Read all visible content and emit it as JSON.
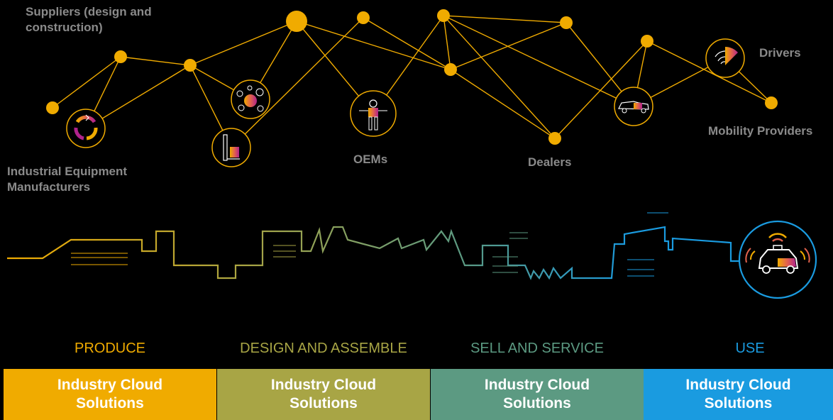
{
  "labels": {
    "suppliers": "Suppliers (design and construction)",
    "industrial": "Industrial Equipment Manufacturers",
    "oems": "OEMs",
    "dealers": "Dealers",
    "drivers": "Drivers",
    "mobility": "Mobility Providers"
  },
  "stages": [
    {
      "title": "PRODUCE",
      "box": "Industry Cloud Solutions",
      "color": "#f0ab00"
    },
    {
      "title": "DESIGN AND ASSEMBLE",
      "box": "Industry Cloud Solutions",
      "color": "#a8a545"
    },
    {
      "title": "SELL AND SERVICE",
      "box": "Industry Cloud Solutions",
      "color": "#5c9a82"
    },
    {
      "title": "USE",
      "box": "Industry Cloud Solutions",
      "color": "#1a9be0"
    }
  ],
  "colors": {
    "node": "#f0ab00",
    "label_gray": "#8a8a8a",
    "background": "#000000"
  },
  "icons": [
    "recycle-icon",
    "machine-icon",
    "network-icon",
    "robot-icon",
    "car-icon",
    "signal-icon",
    "connected-car-icon"
  ]
}
